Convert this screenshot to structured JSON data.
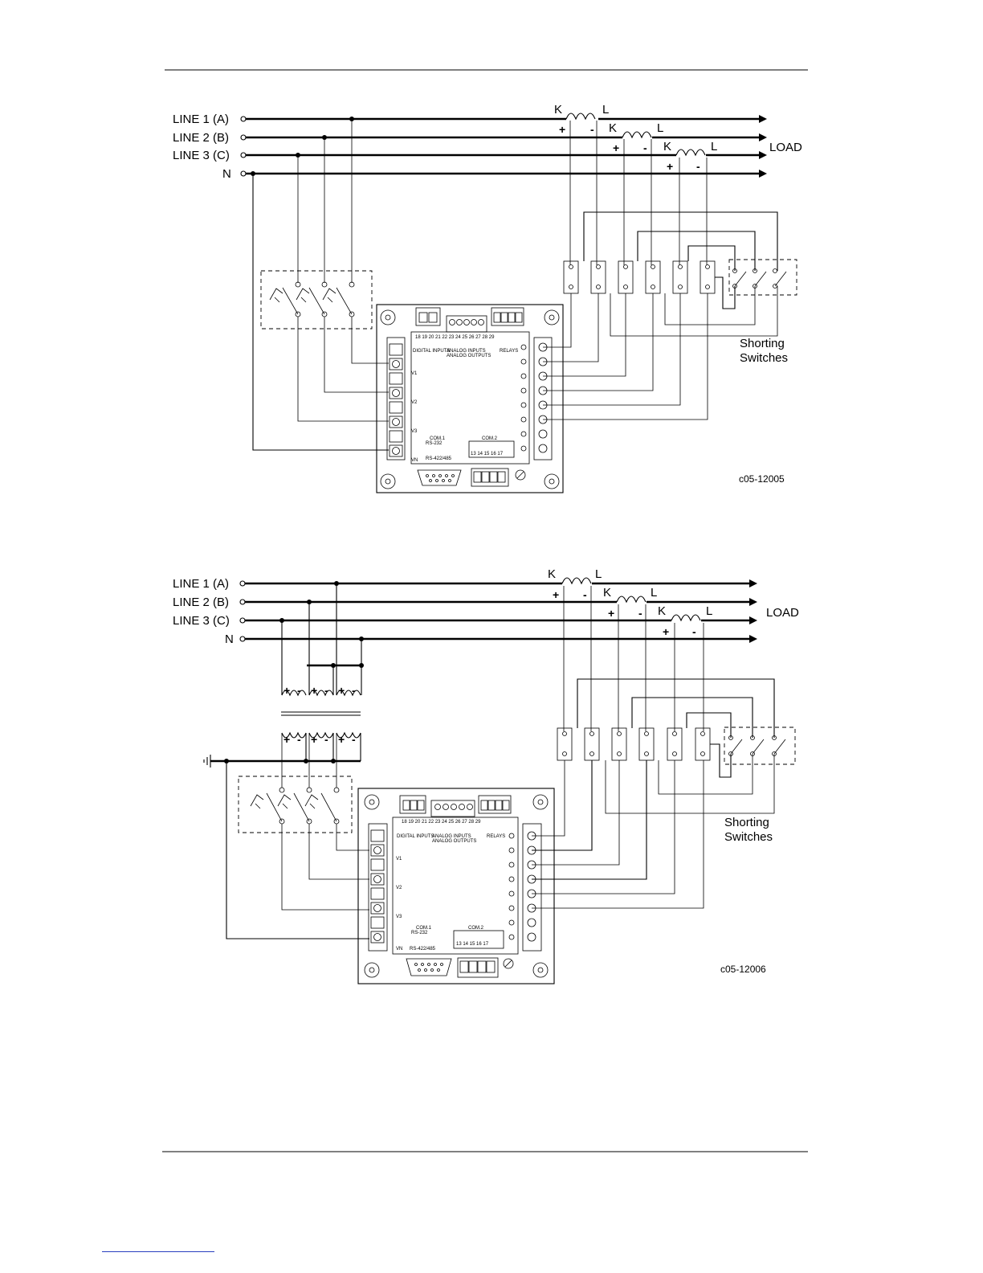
{
  "diagram1": {
    "lines": [
      "LINE 1 (A)",
      "LINE 2 (B)",
      "LINE 3 (C)",
      "N"
    ],
    "load_label": "LOAD",
    "ct_k": "K",
    "ct_l": "L",
    "ct_plus": "+",
    "ct_minus": "-",
    "shorting_label_1": "Shorting",
    "shorting_label_2": "Switches",
    "figure_code": "c05-12005"
  },
  "diagram2": {
    "lines": [
      "LINE 1  (A)",
      "LINE 2  (B)",
      "LINE 3  (C)",
      "N"
    ],
    "load_label": "LOAD",
    "ct_k": "K",
    "ct_l": "L",
    "ct_plus": "+",
    "ct_minus": "-",
    "pt_plus": "+",
    "pt_minus": "-",
    "shorting_label_1": "Shorting",
    "shorting_label_2": "Switches",
    "figure_code": "c05-12006"
  },
  "device": {
    "top_terminals": "18 19 20  21 22 23 24 25  26 27 28 29",
    "digital_inputs": "DIGITAL INPUTS",
    "analog_inputs": "ANALOG INPUTS",
    "analog_outputs": "ANALOG OUTPUTS",
    "relays": "RELAYS",
    "com1": "COM.1",
    "com2": "COM.2",
    "rs232": "RS-232",
    "rs422": "RS-422/485",
    "com2_terminals": "13 14 15 16 17",
    "v1": "V1",
    "v2": "V2",
    "v3": "V3",
    "vn": "VN"
  }
}
